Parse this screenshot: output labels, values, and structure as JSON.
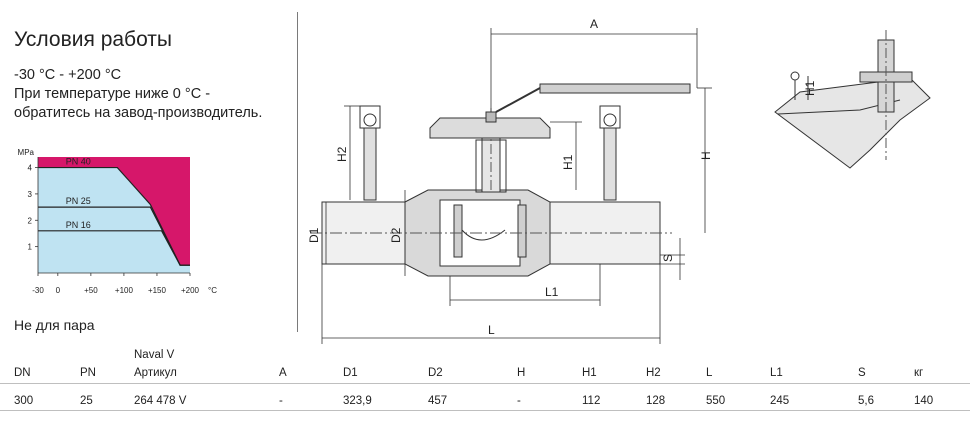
{
  "title": "Условия работы",
  "conditions": {
    "line1": "-30 °C - +200 °C",
    "line2": "При температуре ниже 0 °C -",
    "line3": "обратитесь на завод-производитель."
  },
  "chart_data": {
    "type": "area",
    "ylabel": "MPa",
    "xunit": "°C",
    "y_ticks": [
      "1",
      "2",
      "3",
      "4"
    ],
    "x_ticks": [
      "-30",
      "0",
      "+50",
      "+100",
      "+150",
      "+200"
    ],
    "xlim": [
      -30,
      200
    ],
    "ylim": [
      0,
      4.4
    ],
    "series": [
      {
        "name": "PN 40",
        "x": [
          -30,
          90,
          140,
          185,
          200
        ],
        "y": [
          4.0,
          4.0,
          2.6,
          0.3,
          0.3
        ]
      },
      {
        "name": "PN 25",
        "x": [
          -30,
          140,
          185,
          200
        ],
        "y": [
          2.5,
          2.5,
          0.3,
          0.3
        ]
      },
      {
        "name": "PN 16",
        "x": [
          -30,
          157,
          185,
          200
        ],
        "y": [
          1.6,
          1.6,
          0.3,
          0.3
        ]
      }
    ],
    "colors": {
      "safe": "#bfe3f2",
      "danger": "#d6176a",
      "line": "#222222"
    }
  },
  "note": "Не для пара",
  "table": {
    "group_label": "Naval V",
    "headers": [
      "DN",
      "PN",
      "Артикул",
      "A",
      "D1",
      "D2",
      "H",
      "H1",
      "H2",
      "L",
      "L1",
      "S",
      "кг"
    ],
    "rows": [
      [
        "300",
        "25",
        "264 478 V",
        "-",
        "323,9",
        "457",
        "-",
        "112",
        "128",
        "550",
        "245",
        "5,6",
        "140"
      ]
    ]
  },
  "drawing": {
    "labels": {
      "a": "A",
      "h": "H",
      "h1": "H1",
      "h2": "H2",
      "d1": "D1",
      "d2": "D2",
      "s": "S",
      "l": "L",
      "l1": "L1",
      "h1_detail": "H1"
    }
  }
}
